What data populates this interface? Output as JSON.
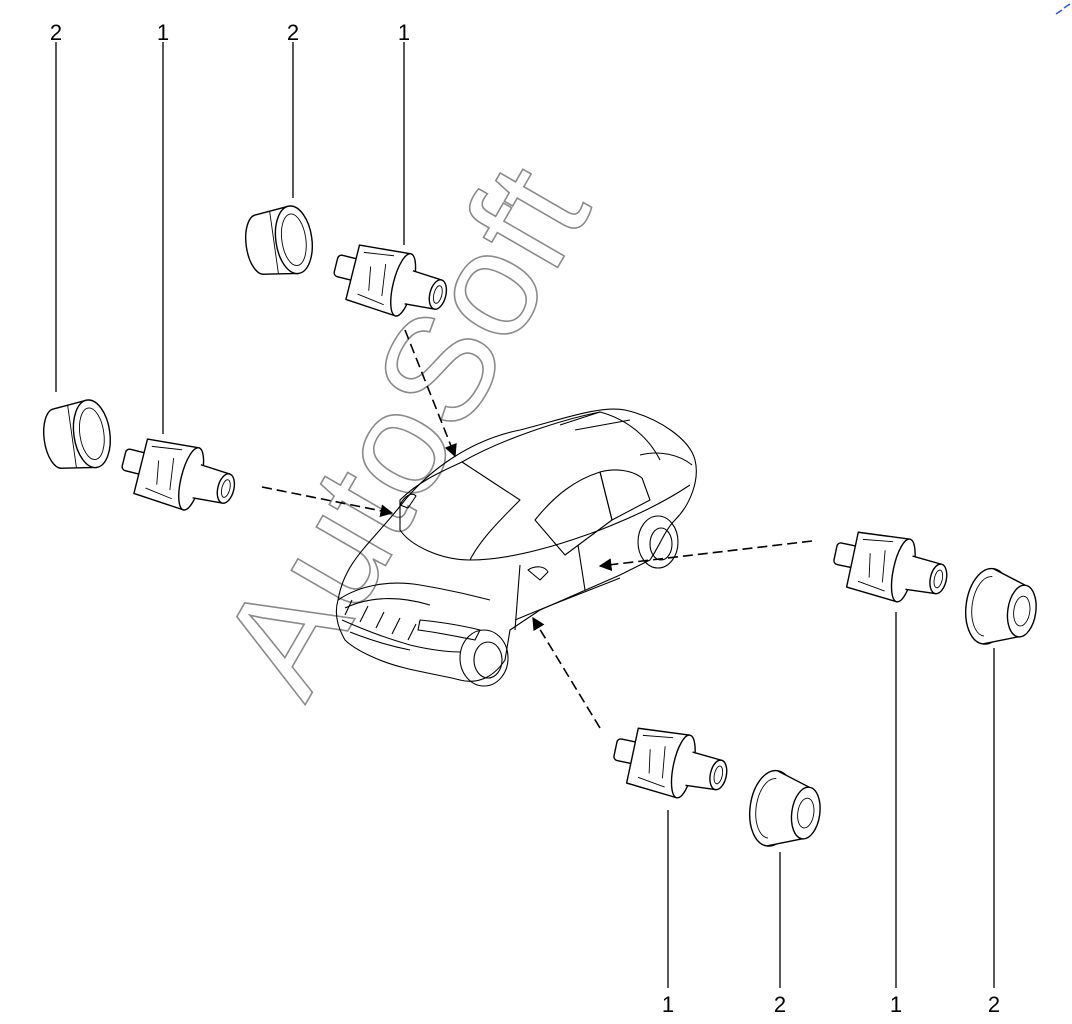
{
  "labels": {
    "tl_2": "2",
    "tl_1": "1",
    "tm_2": "2",
    "tm_1": "1",
    "br_1a": "1",
    "br_2a": "2",
    "br_1b": "1",
    "br_2b": "2"
  },
  "watermark": "AutoSoft"
}
